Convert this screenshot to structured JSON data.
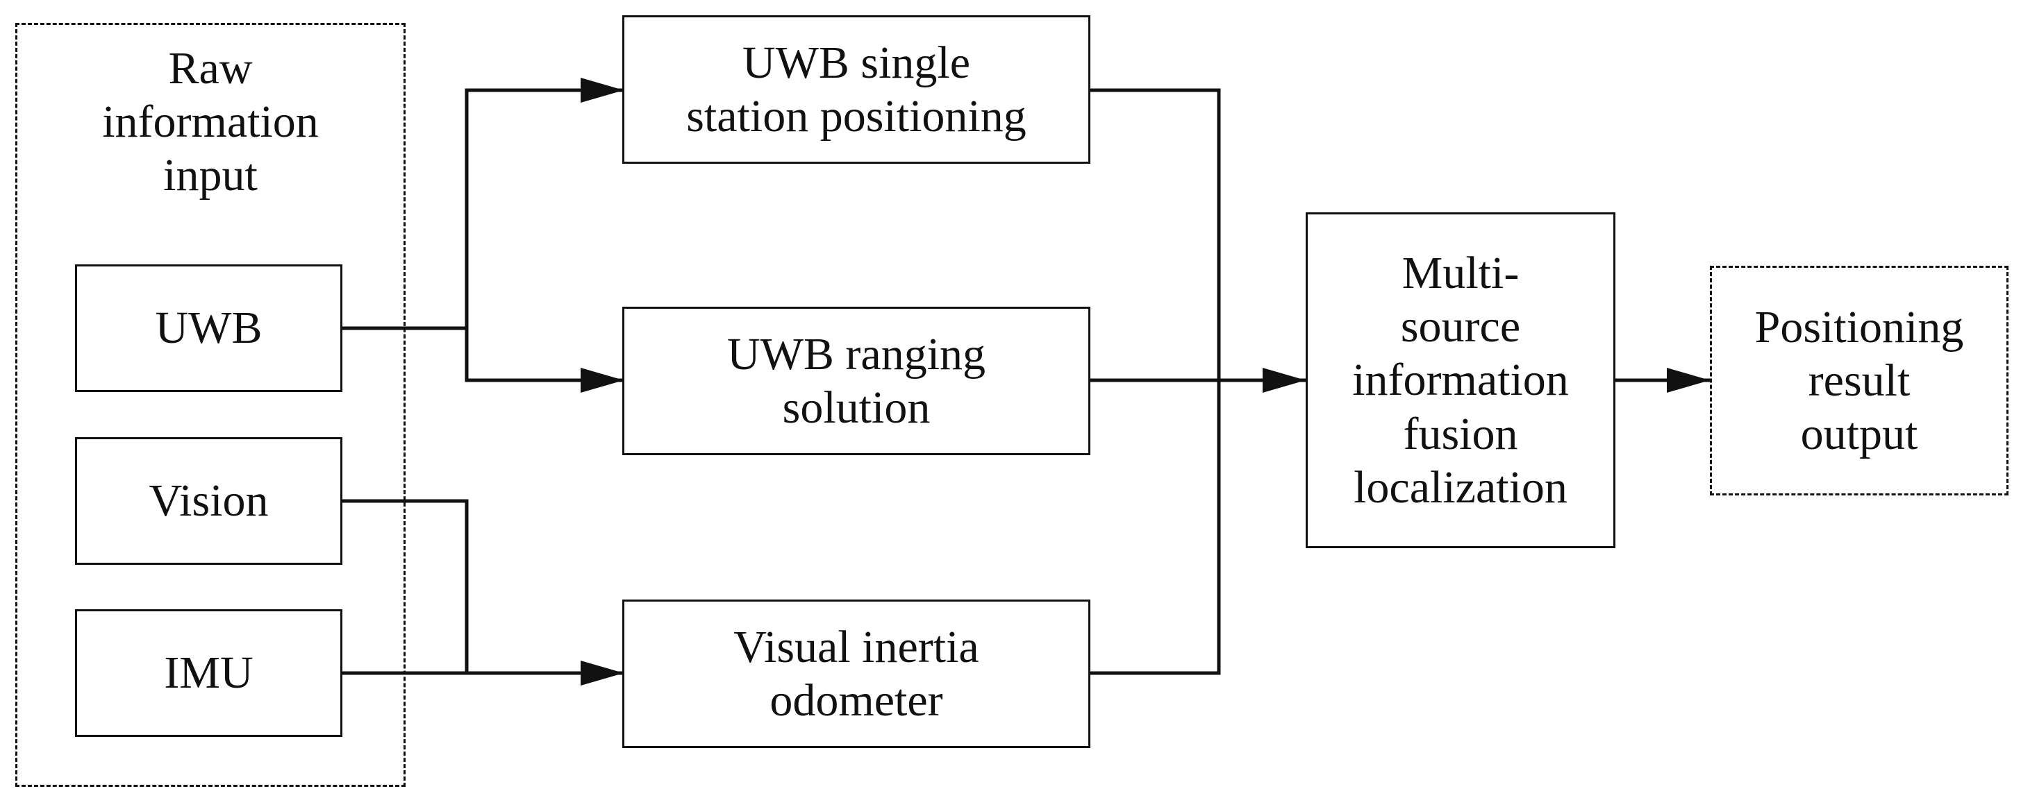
{
  "diagram": {
    "raw_input_group": {
      "lines": [
        "Raw",
        "information",
        "input"
      ]
    },
    "sources": {
      "uwb": "UWB",
      "vision": "Vision",
      "imu": "IMU"
    },
    "processing": {
      "uwb_single_station": {
        "lines": [
          "UWB single",
          "station positioning"
        ]
      },
      "uwb_ranging": {
        "lines": [
          "UWB ranging",
          "solution"
        ]
      },
      "visual_inertia": {
        "lines": [
          "Visual inertia",
          "odometer"
        ]
      }
    },
    "fusion": {
      "lines": [
        "Multi-",
        "source",
        "information",
        "fusion",
        "localization"
      ]
    },
    "output": {
      "lines": [
        "Positioning",
        "result",
        "output"
      ]
    }
  }
}
